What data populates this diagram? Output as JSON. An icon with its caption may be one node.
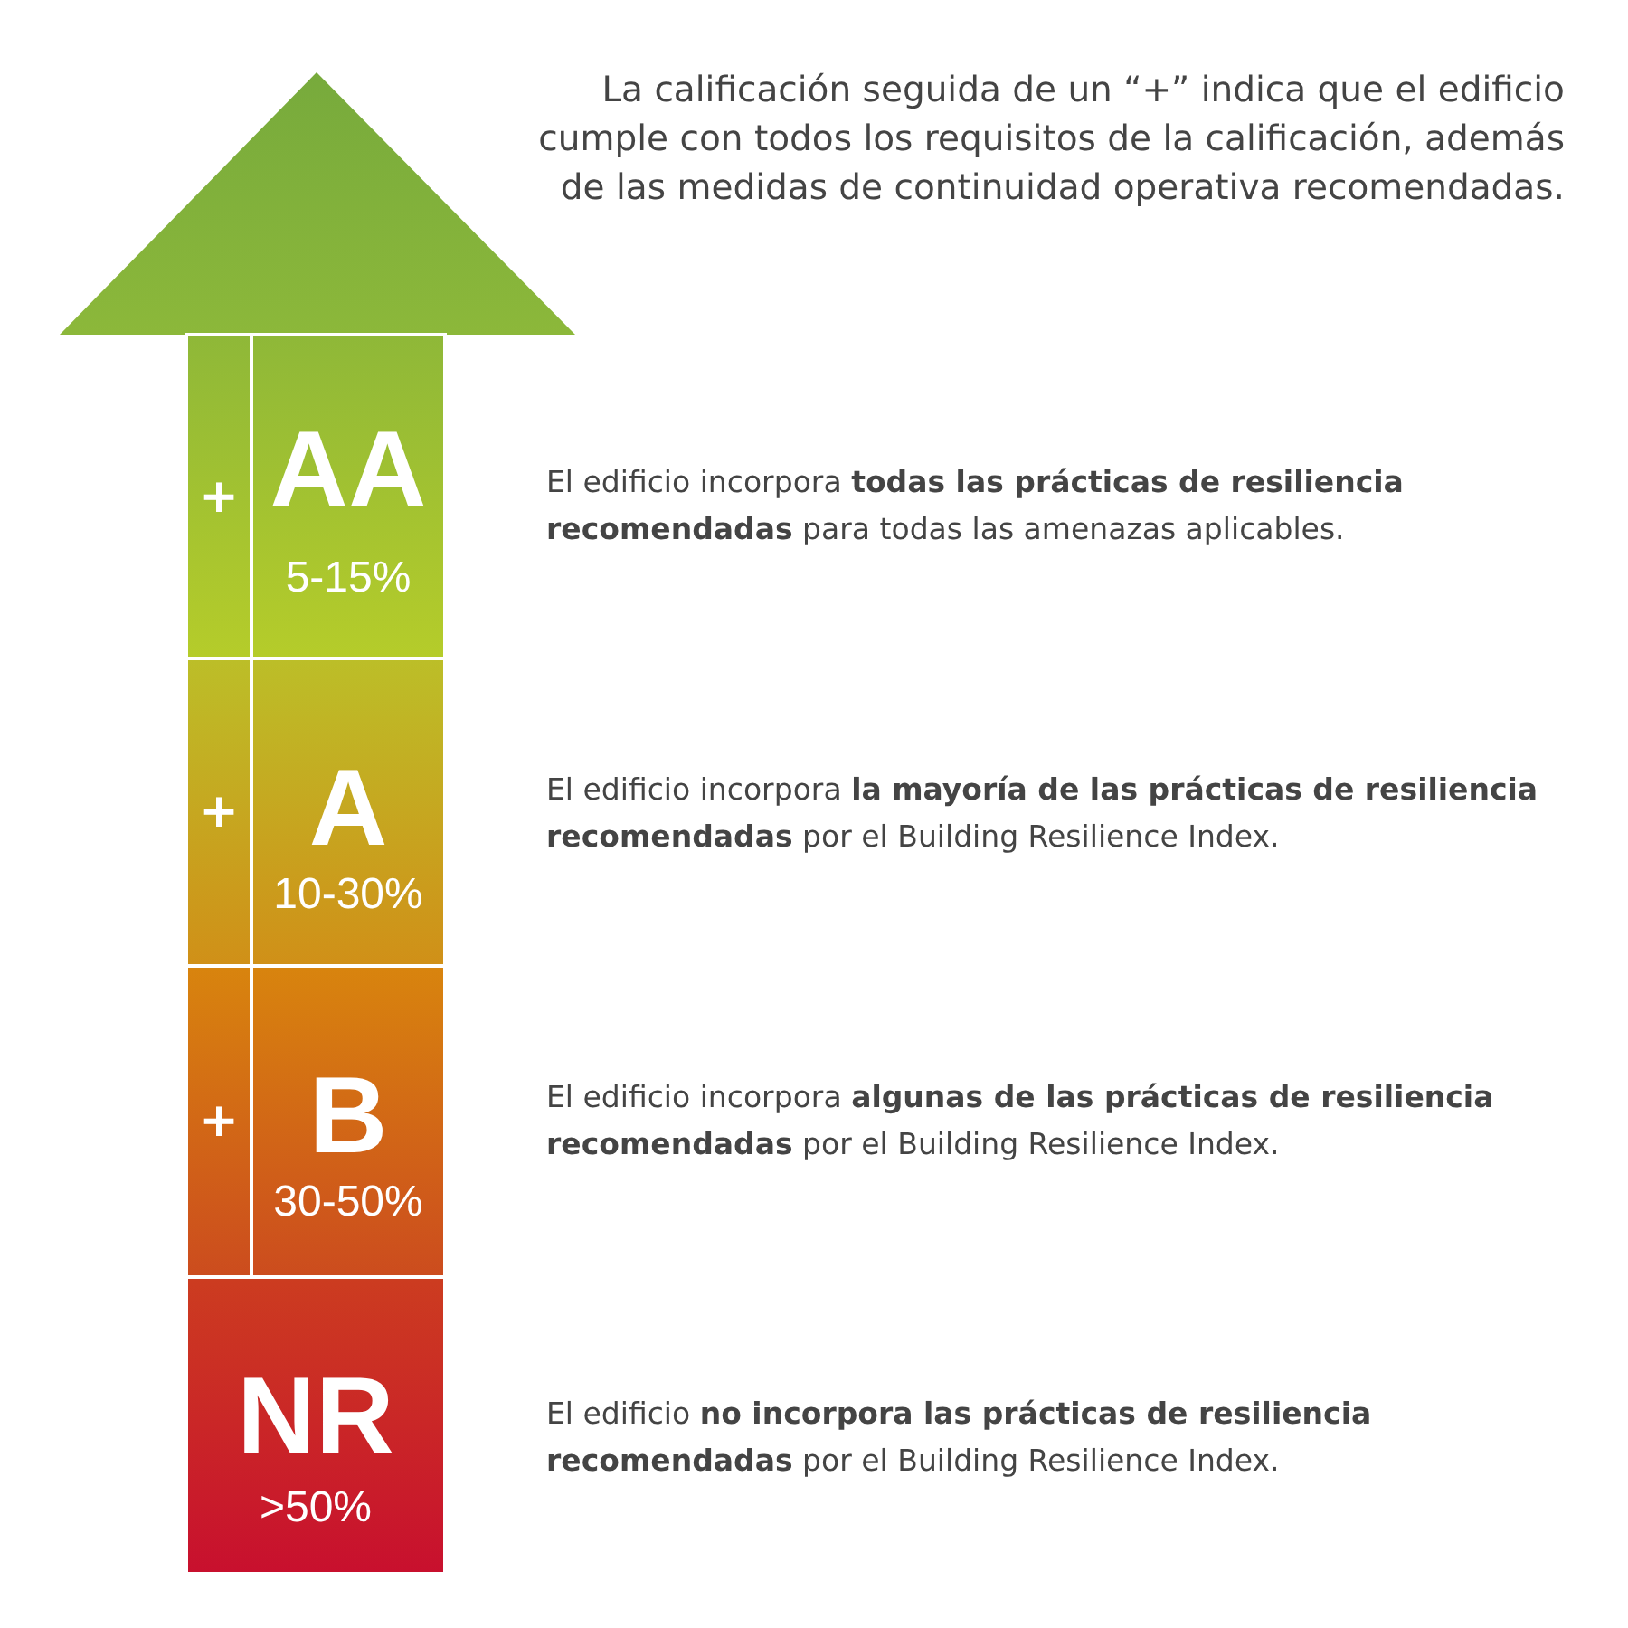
{
  "diagram": {
    "nodes": [
      {
        "text": [
          "AA",
          "5-15%"
        ]
      },
      {
        "text": [
          "+"
        ],
        "in": 0
      },
      {
        "text": [
          "A",
          "10-30%"
        ]
      },
      {
        "text": [
          "+"
        ],
        "in": 2
      },
      {
        "text": [
          "B",
          "30-50%"
        ]
      },
      {
        "text": [
          "+"
        ],
        "in": 4
      },
      {
        "text": [
          "NR",
          ">50%"
        ]
      }
    ],
    "labels": [
      "La calificación seguida de un “+” indica que el edificio cumple con todos los requisitos de la calificación, además de las medidas de continuidad operativa recomendadas.",
      "El edificio incorpora **todas las prácticas de resiliencia recomendadas** para todas las amenazas aplicables.",
      "El edificio incorpora **la mayoría de las prácticas de resiliencia recomendadas** por el Building Resilience Index.",
      "El edificio incorpora **algunas de las prácticas de resiliencia recomendadas** por el Building Resilience Index.",
      "El edificio **no incorpora las prácticas de resiliencia recomendadas** por el Building Resilience Index."
    ]
  }
}
